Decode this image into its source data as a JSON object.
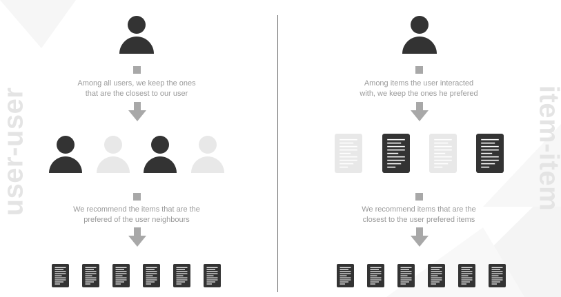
{
  "left": {
    "label": "user-user",
    "caption1": [
      "Among all users, we keep the ones",
      "that are the closest to our user"
    ],
    "caption2": [
      "We recommend the items that are the",
      "prefered of the user neighbours"
    ]
  },
  "right": {
    "label": "item-item",
    "caption1": [
      "Among items the user interacted",
      "with, we keep the ones he prefered"
    ],
    "caption2": [
      "We recommend items that are the",
      "closest to the user prefered items"
    ]
  },
  "colors": {
    "dark": "#333333",
    "light": "#e8e8e8",
    "connector": "#a8a8a8",
    "label": "#e4e4e4",
    "caption": "#9a9a9a"
  },
  "icons": {
    "user": "user-icon",
    "document": "document-icon"
  }
}
